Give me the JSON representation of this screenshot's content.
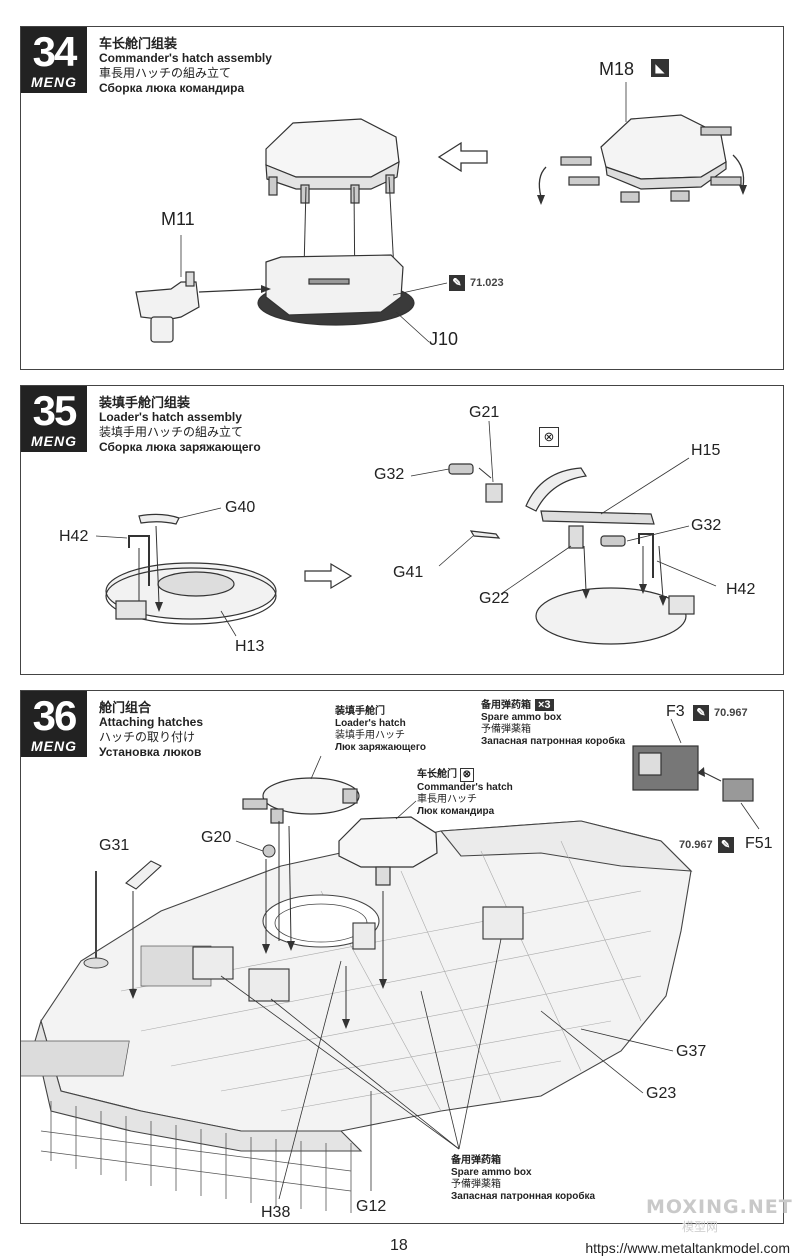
{
  "steps": [
    {
      "number": "34",
      "brand": "MENG",
      "title_cn": "车长舱门组装",
      "title_en": "Commander's hatch assembly",
      "title_jp": "車長用ハッチの組み立て",
      "title_ru": "Сборка люка командира",
      "parts": {
        "m18": "M18",
        "m11": "M11",
        "j10": "J10"
      },
      "paint_code": "71.023"
    },
    {
      "number": "35",
      "brand": "MENG",
      "title_cn": "装填手舱门组装",
      "title_en": "Loader's hatch assembly",
      "title_jp": "装填手用ハッチの組み立て",
      "title_ru": "Сборка люка заряжающего",
      "parts": {
        "g21": "G21",
        "g32a": "G32",
        "h15": "H15",
        "g40": "G40",
        "h42a": "H42",
        "g32b": "G32",
        "g41": "G41",
        "g22": "G22",
        "h42b": "H42",
        "h13": "H13"
      }
    },
    {
      "number": "36",
      "brand": "MENG",
      "title_cn": "舱门组合",
      "title_en": "Attaching hatches",
      "title_jp": "ハッチの取り付け",
      "title_ru": "Установка люков",
      "loader_hatch": {
        "cn": "装填手舱门",
        "en": "Loader's hatch",
        "jp": "装填手用ハッチ",
        "ru": "Люк заряжающего"
      },
      "commander_hatch": {
        "cn": "车长舱门",
        "en": "Commander's hatch",
        "jp": "車長用ハッチ",
        "ru": "Люк командира"
      },
      "ammo_top": {
        "cn": "备用弹药箱",
        "qty": "×3",
        "en": "Spare ammo box",
        "jp": "予備弾薬箱",
        "ru": "Запасная патронная коробка"
      },
      "ammo_bottom": {
        "cn": "备用弹药箱",
        "en": "Spare ammo box",
        "jp": "予備弾薬箱",
        "ru": "Запасная патронная коробка"
      },
      "parts": {
        "f3": "F3",
        "f51": "F51",
        "g31": "G31",
        "g20": "G20",
        "g37": "G37",
        "g23": "G23",
        "g12": "G12",
        "h38": "H38"
      },
      "paint_f3": "70.967",
      "paint_f51": "70.967"
    }
  ],
  "page_number": "18",
  "source_url": "https://www.metaltankmodel.com",
  "watermark": "MOXING.NET",
  "watermark_sub": "模型网"
}
